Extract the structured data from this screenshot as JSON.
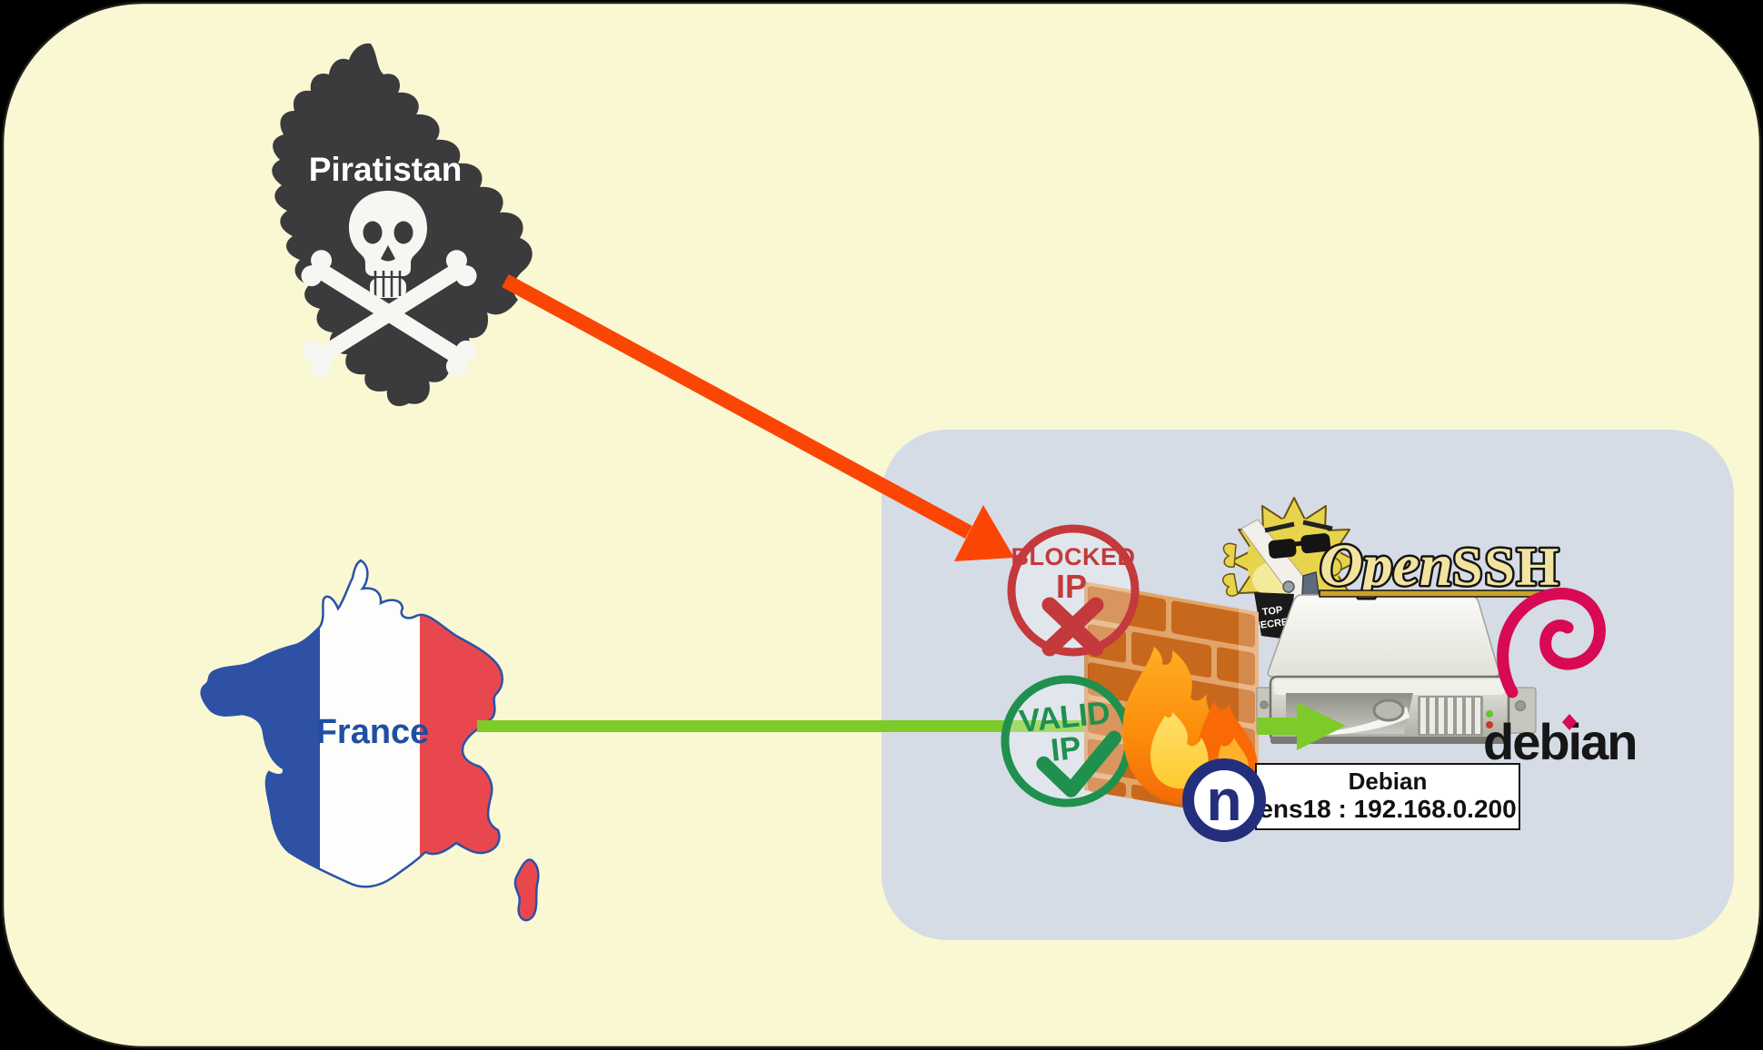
{
  "colors": {
    "background": "#000000",
    "canvas": "#FAF8D3",
    "canvas_border": "#20201A",
    "panel": "#D5DCE6",
    "attack_arrow": "#FB4505",
    "allow_arrow": "#7CCB28",
    "blocked_stamp": "#C4393B",
    "valid_stamp": "#20904E",
    "piratistan_fill": "#3B3B3D",
    "france_blue": "#2E51A3",
    "france_white": "#FDFDFB",
    "france_red": "#E9474E",
    "france_outline": "#2B52A8",
    "france_label": "#1E4FA3",
    "brick": "#C8681C",
    "mortar": "#E2A468",
    "openssh_fill": "#F2E3A0",
    "debian_magenta": "#D70A53",
    "nftables_navy": "#232F7D",
    "debian_text": "#161616"
  },
  "piratistan": {
    "label": "Piratistan"
  },
  "france": {
    "label": "France"
  },
  "stamps": {
    "blocked": {
      "line1": "BLOCKED",
      "line2": "IP"
    },
    "valid": {
      "line1": "VALID",
      "line2": "IP"
    }
  },
  "pufferfish_bucket": {
    "line1": "TOP",
    "line2": "SECRET"
  },
  "openssh": {
    "word1": "Open",
    "word2": "SSH"
  },
  "debian": {
    "wordmark": "debian"
  },
  "nftables": {
    "letter": "n"
  },
  "server_label": {
    "line1": "Debian",
    "line2": "ens18 : 192.168.0.200"
  }
}
